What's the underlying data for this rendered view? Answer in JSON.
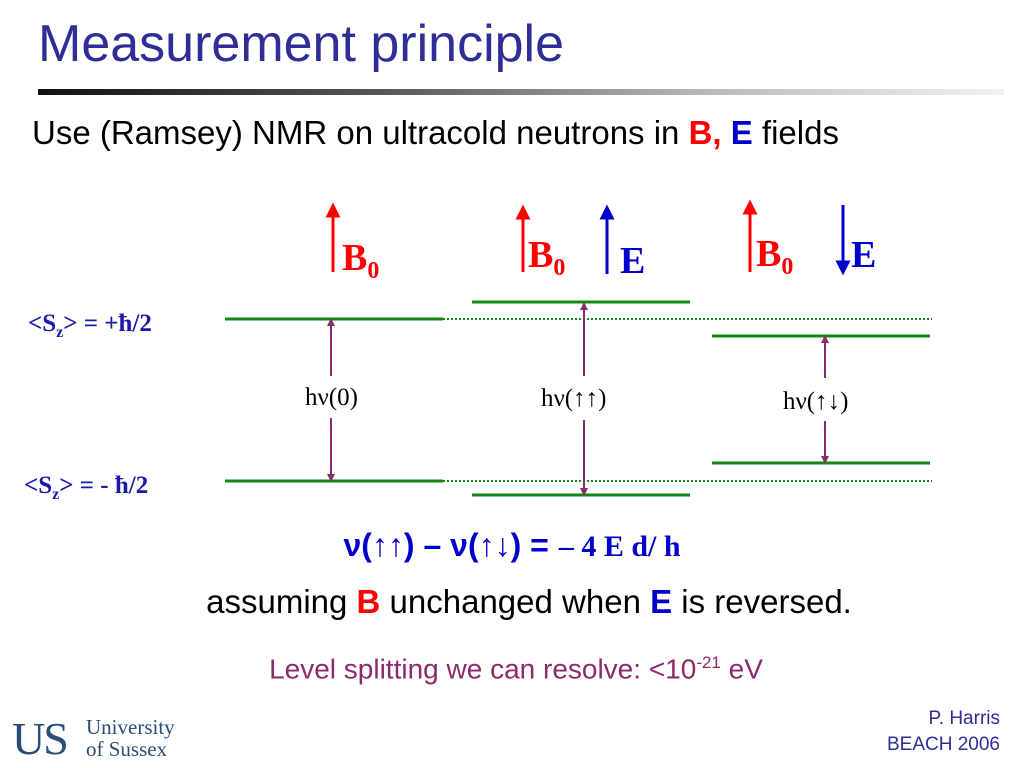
{
  "slide": {
    "title": "Measurement principle",
    "subtitle": {
      "prefix": "Use (Ramsey) NMR on ultracold neutrons in ",
      "b": "B,",
      "e": "E",
      "suffix": " fields"
    },
    "diagram": {
      "panels": [
        {
          "field_b": "B",
          "field_b_sub": "0",
          "field_e": "",
          "frequency_label": "hν(0)"
        },
        {
          "field_b": "B",
          "field_b_sub": "0",
          "field_e": "E",
          "frequency_label": "hν(↑↑)"
        },
        {
          "field_b": "B",
          "field_b_sub": "0",
          "field_e": "E",
          "frequency_label": "hν(↑↓)"
        }
      ],
      "state_upper": "<Sz> = +ħ/2",
      "state_lower": "<Sz> = - ħ/2",
      "state_upper_parts": {
        "open": "<S",
        "sub": "z",
        "close": "> = +",
        "hbar": "ħ/2"
      },
      "state_lower_parts": {
        "open": "<S",
        "sub": "z",
        "close": "> = - ",
        "hbar": "ħ/2"
      }
    },
    "equation": {
      "lhs": "ν(↑↑) – ν(↑↓) =",
      "rhs": "– 4 E d/ h"
    },
    "assuming": {
      "prefix": "assuming ",
      "b": "B",
      "middle": " unchanged when ",
      "e": "E",
      "suffix": " is reversed."
    },
    "resolution": {
      "prefix": "Level splitting we can resolve: <10",
      "exponent": "-21",
      "unit": " eV"
    },
    "logo": {
      "mark": "US",
      "line1": "University",
      "line2": "of Sussex"
    },
    "footer": {
      "author": "P. Harris",
      "event": "BEACH 2006"
    },
    "colors": {
      "title": "#2e2e96",
      "b_field": "#ff0000",
      "e_field": "#0000cc",
      "energy_level": "#118811",
      "transition_arrow": "#8b2b6b",
      "state_label": "#1a1aaa",
      "resolution_text": "#8b2b6b"
    }
  }
}
